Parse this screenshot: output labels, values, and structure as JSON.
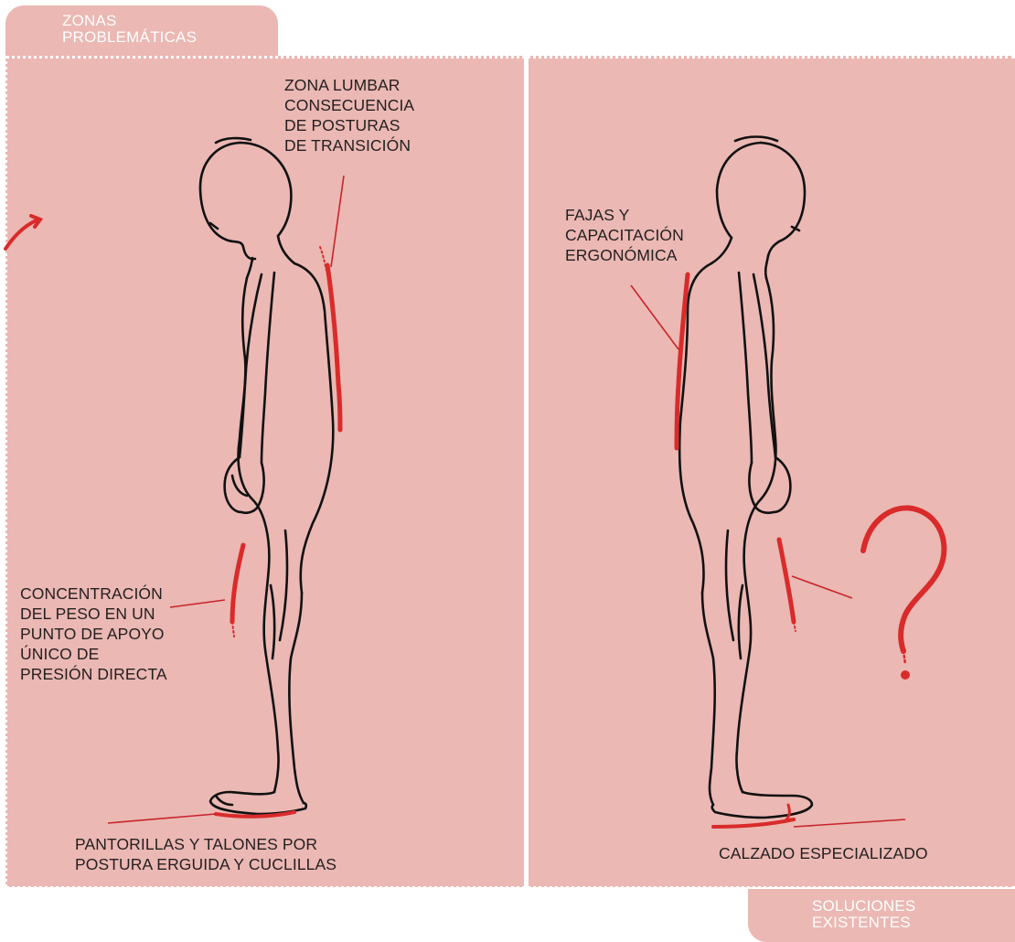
{
  "tabs": {
    "top_label": "ZONAS\nPROBLEMÁTICAS",
    "bottom_label": "SOLUCIONES\nEXISTENTES"
  },
  "left_panel": {
    "lumbar_label": "ZONA LUMBAR\nCONSECUENCIA\nDE POSTURAS\nDE TRANSICIÓN",
    "weight_label": "CONCENTRACIÓN\nDEL PESO EN UN\nPUNTO DE APOYO\nÚNICO DE\nPRESIÓN DIRECTA",
    "calves_label": "PANTORILLAS Y TALONES POR\nPOSTURA ERGUIDA Y CUCLILLAS"
  },
  "right_panel": {
    "belts_label": "FAJAS Y\nCAPACITACIÓN\nERGONÓMICA",
    "footwear_label": "CALZADO ESPECIALIZADO",
    "question_mark": "?"
  },
  "colors": {
    "panel_bg": "#ebb8b3",
    "accent_red": "#d92b2b",
    "line_red": "#c8242a",
    "ink": "#231f20"
  }
}
